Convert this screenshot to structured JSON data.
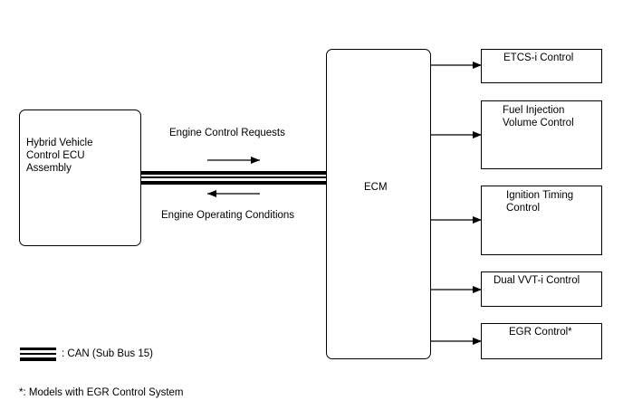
{
  "hv_ecu": {
    "label": "Hybrid Vehicle\nControl ECU\nAssembly"
  },
  "ecm": {
    "label": "ECM"
  },
  "signals": {
    "request": "Engine Control Requests",
    "conditions": "Engine Operating Conditions"
  },
  "outputs": [
    {
      "label": "ETCS-i Control"
    },
    {
      "label": "Fuel Injection\nVolume Control"
    },
    {
      "label": "Ignition Timing\nControl"
    },
    {
      "label": "Dual VVT-i Control"
    },
    {
      "label": "EGR Control*"
    }
  ],
  "legend": {
    "can_label": ": CAN (Sub Bus 15)"
  },
  "footnote": "*: Models with EGR Control System"
}
